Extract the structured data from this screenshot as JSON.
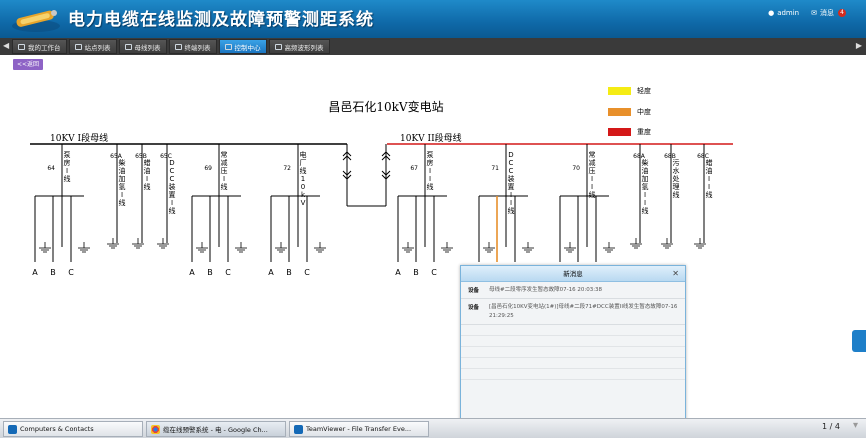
{
  "header": {
    "title": "电力电缆在线监测及故障预警测距系统",
    "user": "admin",
    "message_label": "消息",
    "message_count": "4"
  },
  "tabs": [
    {
      "label": "我的工作台"
    },
    {
      "label": "站点列表"
    },
    {
      "label": "母线列表"
    },
    {
      "label": "终端列表"
    },
    {
      "label": "控制中心"
    },
    {
      "label": "高频波形列表"
    }
  ],
  "back_label": "<<返回",
  "station_title": "昌邑石化10kV变电站",
  "bus1_label": "10KV I段母线",
  "bus2_label": "10KV II段母线",
  "legend": [
    {
      "label": "轻度",
      "color": "#f5ec14"
    },
    {
      "label": "中度",
      "color": "#e8902b"
    },
    {
      "label": "重度",
      "color": "#d41818"
    }
  ],
  "feeders": [
    {
      "num": "64",
      "name": "泵房I线",
      "has_phases": true
    },
    {
      "num": "65A",
      "name": "柴油加氢I线",
      "has_phases": false
    },
    {
      "num": "65B",
      "name": "蜡油I线",
      "has_phases": false
    },
    {
      "num": "65C",
      "name": "DCC装置I线",
      "has_phases": false
    },
    {
      "num": "69",
      "name": "常减压I线",
      "has_phases": true
    },
    {
      "num": "72",
      "name": "电厂线10kV",
      "has_phases": true
    },
    {
      "num": "67",
      "name": "泵房II线",
      "has_phases": true
    },
    {
      "num": "71",
      "name": "DCC装置II线",
      "has_phases": true,
      "fault": "#e8902b"
    },
    {
      "num": "70",
      "name": "常减压II线",
      "has_phases": true
    },
    {
      "num": "68A",
      "name": "柴油加氢II线",
      "has_phases": false
    },
    {
      "num": "68B",
      "name": "污水处理线",
      "has_phases": false
    },
    {
      "num": "68C",
      "name": "蜡油II线",
      "has_phases": false
    }
  ],
  "phases": [
    "A",
    "B",
    "C"
  ],
  "popup": {
    "title": "新消息",
    "messages": [
      {
        "label": "设备",
        "text": "母线#二段零序发生暂态故障07-16 20:03:38"
      },
      {
        "label": "设备",
        "text": "[昌邑石化10KV变电站(1#)]母线#二段71#DCC装置II线发生暂态故障07-16 21:29:25"
      }
    ]
  },
  "taskbar": {
    "items": [
      {
        "label": "Computers & Contacts"
      },
      {
        "label": "缆在线预警系统 - 电 - Google Ch..."
      },
      {
        "label": "TeamViewer - File Transfer Eve..."
      }
    ],
    "pager": "1 / 4"
  }
}
